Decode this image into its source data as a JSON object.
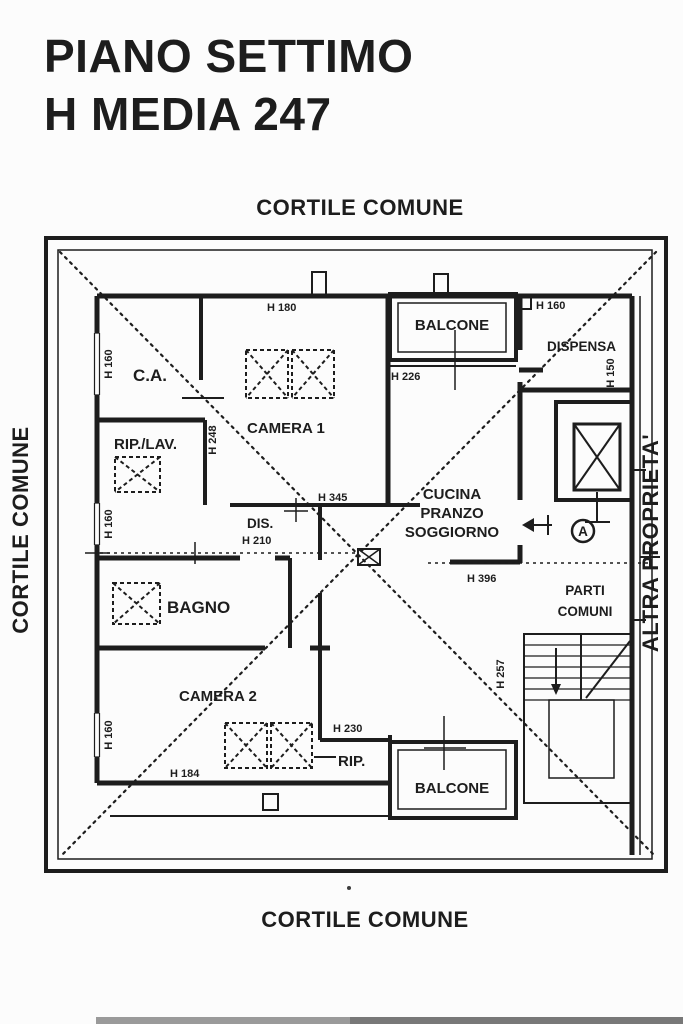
{
  "title": {
    "line1": "PIANO SETTIMO",
    "line2": "H MEDIA 247"
  },
  "surroundings": {
    "top": "CORTILE COMUNE",
    "left": "CORTILE COMUNE",
    "bottom": "CORTILE COMUNE",
    "right": "ALTRA PROPRIETA'"
  },
  "rooms": {
    "ca": "C.A.",
    "camera1": "CAMERA 1",
    "rip_lav": "RIP./LAV.",
    "bagno": "BAGNO",
    "dis": "DIS.",
    "cucina_line1": "CUCINA",
    "cucina_line2": "PRANZO",
    "cucina_line3": "SOGGIORNO",
    "camera2": "CAMERA 2",
    "rip": "RIP.",
    "balcone_top": "BALCONE",
    "balcone_bottom": "BALCONE",
    "dispensa": "DISPENSA",
    "parti_comuni_line1": "PARTI",
    "parti_comuni_line2": "COMUNI",
    "apartment_marker": "A"
  },
  "dimensions": {
    "camera1_top": "H 180",
    "ca_window": "H 160",
    "mid_window": "H 160",
    "camera2_window": "H 160",
    "dispensa_door": "H 160",
    "dispensa_side": "H 150",
    "ca_wall": "H 248",
    "balcone_top_sill": "H 226",
    "dis_center": "H 345",
    "dis_height": "H 210",
    "parti_comuni_top": "H 396",
    "rip_wall": "H 230",
    "camera2_sill": "H 184",
    "stairs_side": "H 257"
  },
  "colors": {
    "ink": "#1d1d1d",
    "paper": "#fcfcfc"
  }
}
